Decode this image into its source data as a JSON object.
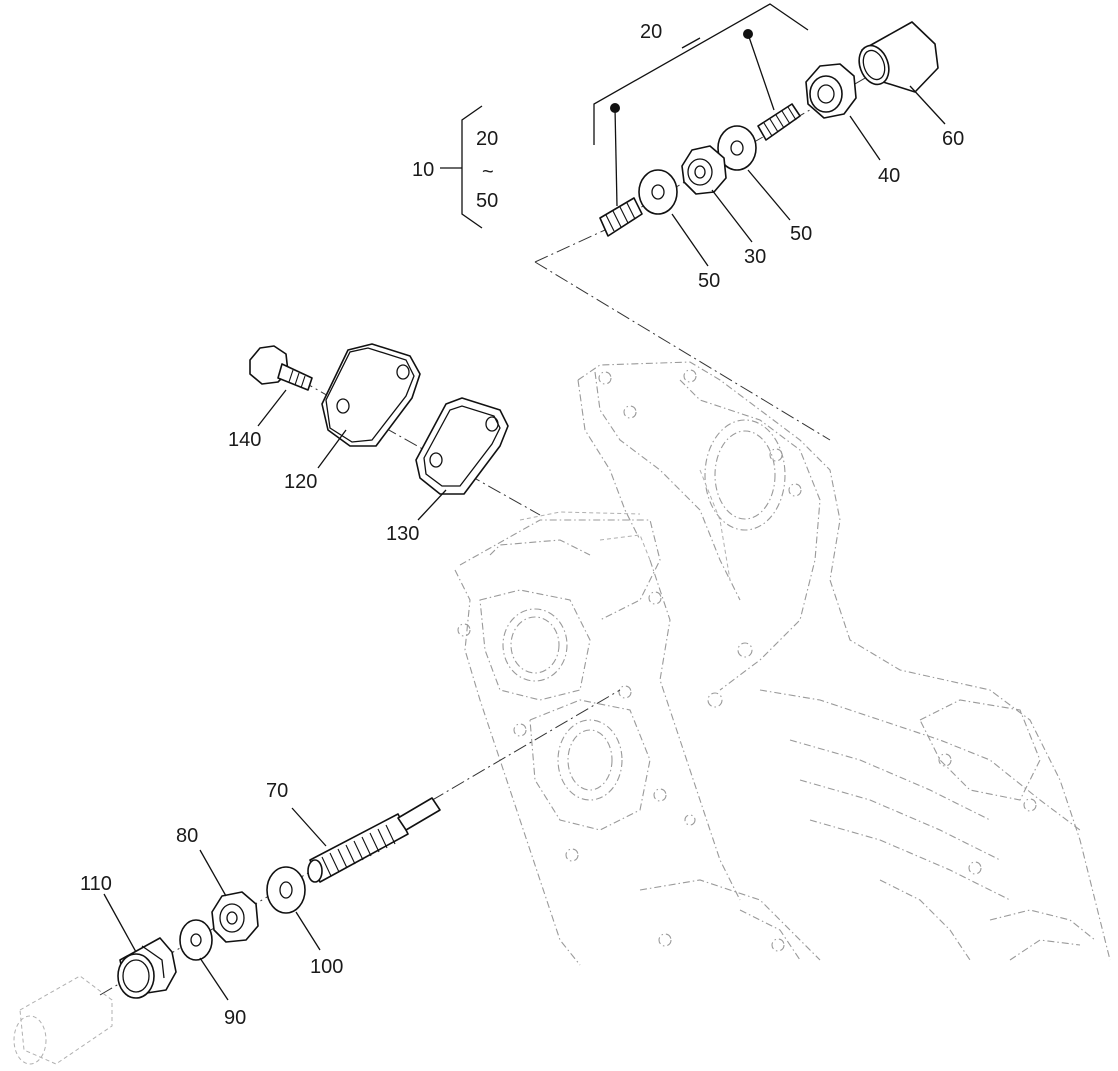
{
  "background": "#ffffff",
  "line_color": "#111111",
  "ghost_color": "#9a9a9a",
  "callouts": {
    "c10": "10",
    "c20_range_top": "20",
    "c_range_tilde": "~",
    "c50_range_bottom": "50",
    "c20_group": "20",
    "c60": "60",
    "c40": "40",
    "c50_upper": "50",
    "c30": "30",
    "c50_lower": "50",
    "c140": "140",
    "c120": "120",
    "c130": "130",
    "c70": "70",
    "c80": "80",
    "c110": "110",
    "c90": "90",
    "c100": "100"
  }
}
